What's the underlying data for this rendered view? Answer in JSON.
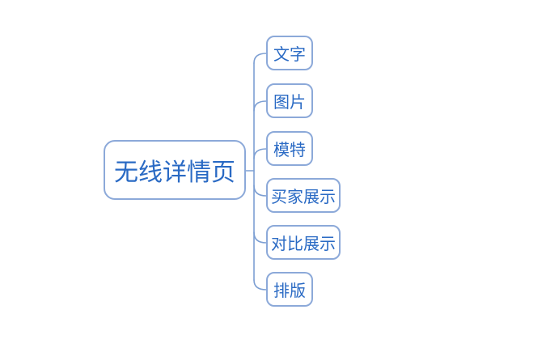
{
  "diagram": {
    "type": "mindmap",
    "root": {
      "label": "无线详情页"
    },
    "children": [
      {
        "label": "文字"
      },
      {
        "label": "图片"
      },
      {
        "label": "模特"
      },
      {
        "label": "买家展示"
      },
      {
        "label": "对比展示"
      },
      {
        "label": "排版"
      }
    ],
    "colors": {
      "node_border": "#8ca9d9",
      "connector": "#7d9fd3",
      "text": "#2a6ac4",
      "background": "#ffffff"
    }
  }
}
